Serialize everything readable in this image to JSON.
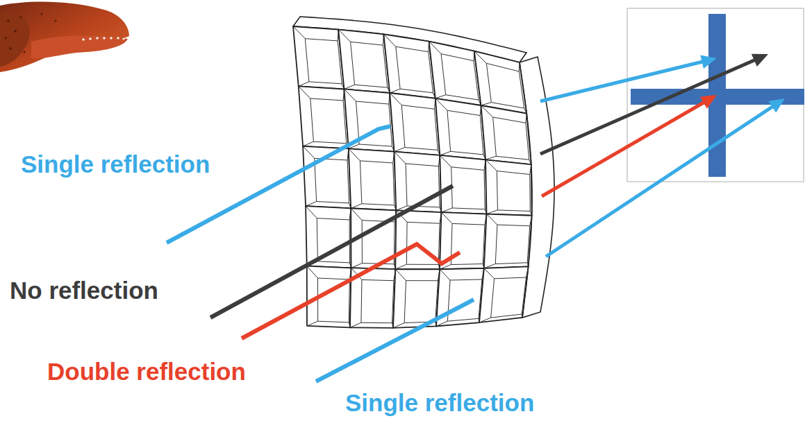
{
  "diagram": {
    "labels": [
      "Single reflection",
      "No reflection",
      "Double reflection",
      "Single reflection"
    ]
  }
}
